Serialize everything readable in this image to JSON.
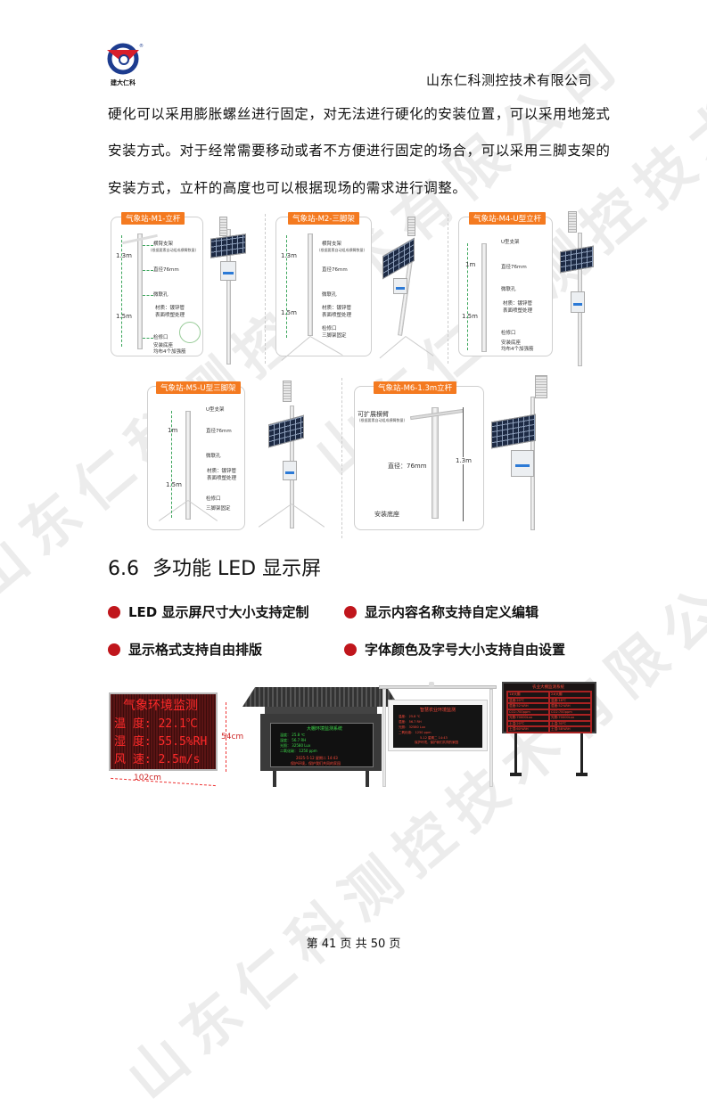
{
  "header": {
    "logo_text": "建大仁科",
    "company": "山东仁科测控技术有限公司"
  },
  "watermark": "山东仁科测控技术有限公司",
  "paragraph": [
    "硬化可以采用膨胀螺丝进行固定，对无法进行硬化的安装位置，可以采用地笼式",
    "安装方式。对于经常需要移动或者不方便进行固定的场合，可以采用三脚支架的",
    "安装方式，立杆的高度也可以根据现场的需求进行调整。"
  ],
  "stations": {
    "m1": {
      "title": "气象站-M1-立杆",
      "arm": "横臂支架",
      "arm_note": "(根据要素自动组成横臂数量)",
      "h1": "1.3m",
      "dia": "直径76mm",
      "hole": "微联孔",
      "mat1": "材质：镀锌管",
      "mat2": "表面喷塑处理",
      "h2": "1.5m",
      "port": "检修口",
      "base": "安装底座",
      "base2": "均布4个加强筋"
    },
    "m2": {
      "title": "气象站-M2-三脚架",
      "arm": "横臂支架",
      "arm_note": "(根据要素自动组成横臂数量)",
      "h1": "1.3m",
      "dia": "直径76mm",
      "hole": "微联孔",
      "mat1": "材质：镀锌管",
      "mat2": "表面喷塑处理",
      "h2": "1.5m",
      "port": "检修口",
      "tripod": "三脚架固定"
    },
    "m4": {
      "title": "气象站-M4-U型立杆",
      "u": "U型支架",
      "h1": "1m",
      "dia": "直径76mm",
      "hole": "微联孔",
      "mat1": "材质：镀锌管",
      "mat2": "表面喷塑处理",
      "h2": "1.5m",
      "port": "检修口",
      "base": "安装底座",
      "base2": "均布4个加强筋"
    },
    "m5": {
      "title": "气象站-M5-U型三脚架",
      "u": "U型支架",
      "h1": "1m",
      "dia": "直径76mm",
      "hole": "微联孔",
      "mat1": "材质：镀锌管",
      "mat2": "表面喷塑处理",
      "h2": "1.5m",
      "port": "检修口",
      "tripod": "三脚架固定"
    },
    "m6": {
      "title": "气象站-M6-1.3m立杆",
      "arm": "可扩展横臂",
      "arm_note": "(根据要素自动组成横臂数量)",
      "dia": "直径：76mm",
      "h": "1.3m",
      "base": "安装底座"
    }
  },
  "section": {
    "number": "6.6",
    "title": "多功能 LED 显示屏"
  },
  "features": [
    "LED 显示屏尺寸大小支持定制",
    "显示内容名称支持自定义编辑",
    "显示格式支持自由排版",
    "字体颜色及字号大小支持自由设置"
  ],
  "led1": {
    "title": "气象环境监测",
    "rows": [
      "温  度: 22.1℃",
      "湿  度: 55.5%RH",
      "风  速: 2.5m/s"
    ],
    "height": "54cm",
    "width": "102cm"
  },
  "led2": {
    "title": "大棚环境监测系统",
    "rows": [
      "温度：   25.8    ℃",
      "湿度：   56.7    RH",
      "光照：  32580   Lux",
      "二氧化碳： 1250  ppm"
    ],
    "footer1": "2025-5-12 星期二 14:43",
    "footer2": "保护环境，保护我们共同的家园"
  },
  "led3": {
    "title": "智慧农业环境监测",
    "rows": [
      "温度：      25.8       ℃",
      "湿度：      56.7       RH",
      "光照：     32580      Lux",
      "二氧化碳：   1250      ppm"
    ],
    "footer1": "5-12 星期二 14:43",
    "footer2": "保护环境，保护我们共同的家园"
  },
  "led4": {
    "title": "农业大棚监测系统",
    "cells": [
      "1#大棚",
      "2#大棚",
      "温度:20℃",
      "温度:18℃",
      "湿度:52%RH",
      "湿度:52%RH",
      "CO2:700ppm",
      "CO2:700ppm",
      "光照:70000Lux",
      "光照:70000Lux",
      "土温:20℃",
      "土温:30℃",
      "土湿:60%RH",
      "土湿:58%RH"
    ]
  },
  "footer": {
    "page": "第 41 页 共 50 页"
  },
  "colors": {
    "accent": "#f47a20",
    "bullet": "#c0161c"
  }
}
